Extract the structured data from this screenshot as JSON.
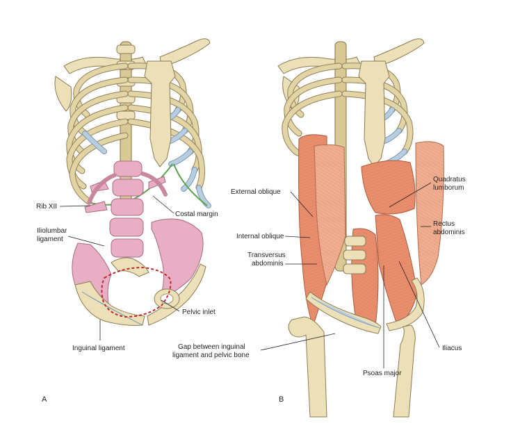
{
  "panels": {
    "a": {
      "letter": "A",
      "labels": {
        "rib_xii": "Rib XII",
        "costal_margin": "Costal margin",
        "iliolumbar_line1": "Iliolumbar",
        "iliolumbar_line2": "ligament",
        "pelvic_inlet": "Pelvic inlet",
        "inguinal_ligament": "Inguinal ligament"
      }
    },
    "b": {
      "letter": "B",
      "labels": {
        "external_oblique": "External oblique",
        "internal_oblique": "Internal oblique",
        "transversus_line1": "Transversus",
        "transversus_line2": "abdominis",
        "quadratus_line1": "Quadratus",
        "quadratus_line2": "lumborum",
        "rectus_line1": "Rectus",
        "rectus_line2": "abdominis",
        "gap_line1": "Gap between inguinal",
        "gap_line2": "ligament and pelvic bone",
        "iliacus": "Iliacus",
        "psoas_major": "Psoas major"
      }
    }
  },
  "colors": {
    "bone": "#ece0b8",
    "cartilage": "#b9cfe0",
    "ligament_pink": "#e7aec4",
    "muscle": "#e88e6c",
    "costal_margin_line": "#5aa34a",
    "pelvic_inlet_line": "#c0272d"
  },
  "icons": {
    "a": [
      "thoracic-cage-illustration",
      "pelvis-illustration",
      "lumbar-spine-illustration"
    ],
    "b": [
      "thoracic-cage-illustration",
      "abdominal-wall-muscles-illustration",
      "femur-illustration"
    ]
  }
}
